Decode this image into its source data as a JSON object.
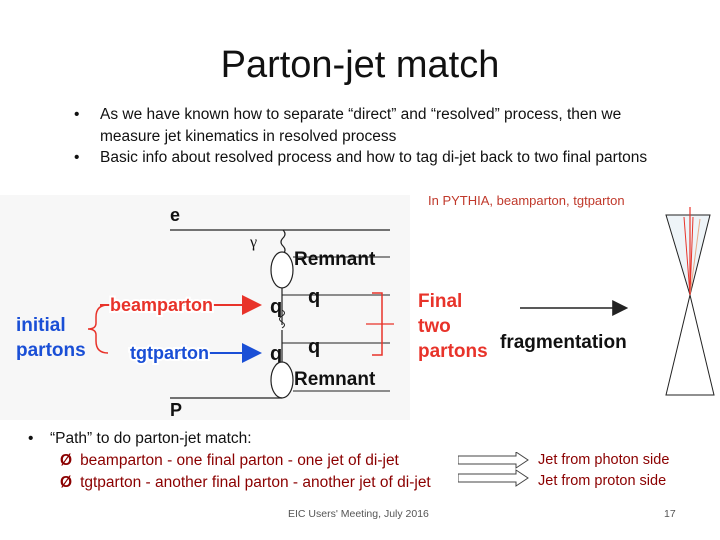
{
  "slide": {
    "title": "Parton-jet match",
    "bullets": [
      "As we have known how to separate “direct” and “resolved” process, then we measure jet kinematics in resolved process",
      "Basic info about resolved process and how to tag di-jet back to two final partons"
    ],
    "bullet_symbol": "•",
    "note": "In PYTHIA, beamparton, tgtparton"
  },
  "diagram": {
    "e": "e",
    "gamma": "γ",
    "remnant_top": "Remnant",
    "remnant_bottom": "Remnant",
    "q_left_top": "q",
    "q_right_top": "q",
    "q_left_bottom": "q",
    "q_right_bottom": "q",
    "p": "P",
    "initial": "initial",
    "partons": "partons",
    "beamparton": "beamparton",
    "tgtparton": "tgtparton",
    "final_line1": "Final",
    "final_line2": "two",
    "final_line3": "partons",
    "fragmentation": "fragmentation",
    "colors": {
      "red": "#e8332a",
      "blue": "#1a4fd6",
      "arrow": "#cc2222"
    }
  },
  "path": {
    "bullet": "•",
    "heading": "“Path” to do parton-jet match:",
    "arrow_symbol": "Ø",
    "items": [
      "beamparton - one final parton - one jet of di-jet",
      "tgtparton - another final parton - another jet of di-jet"
    ],
    "sides": [
      "Jet from photon side",
      "Jet from proton side"
    ]
  },
  "footer": {
    "text": "EIC Users' Meeting, July 2016",
    "page": "17"
  }
}
